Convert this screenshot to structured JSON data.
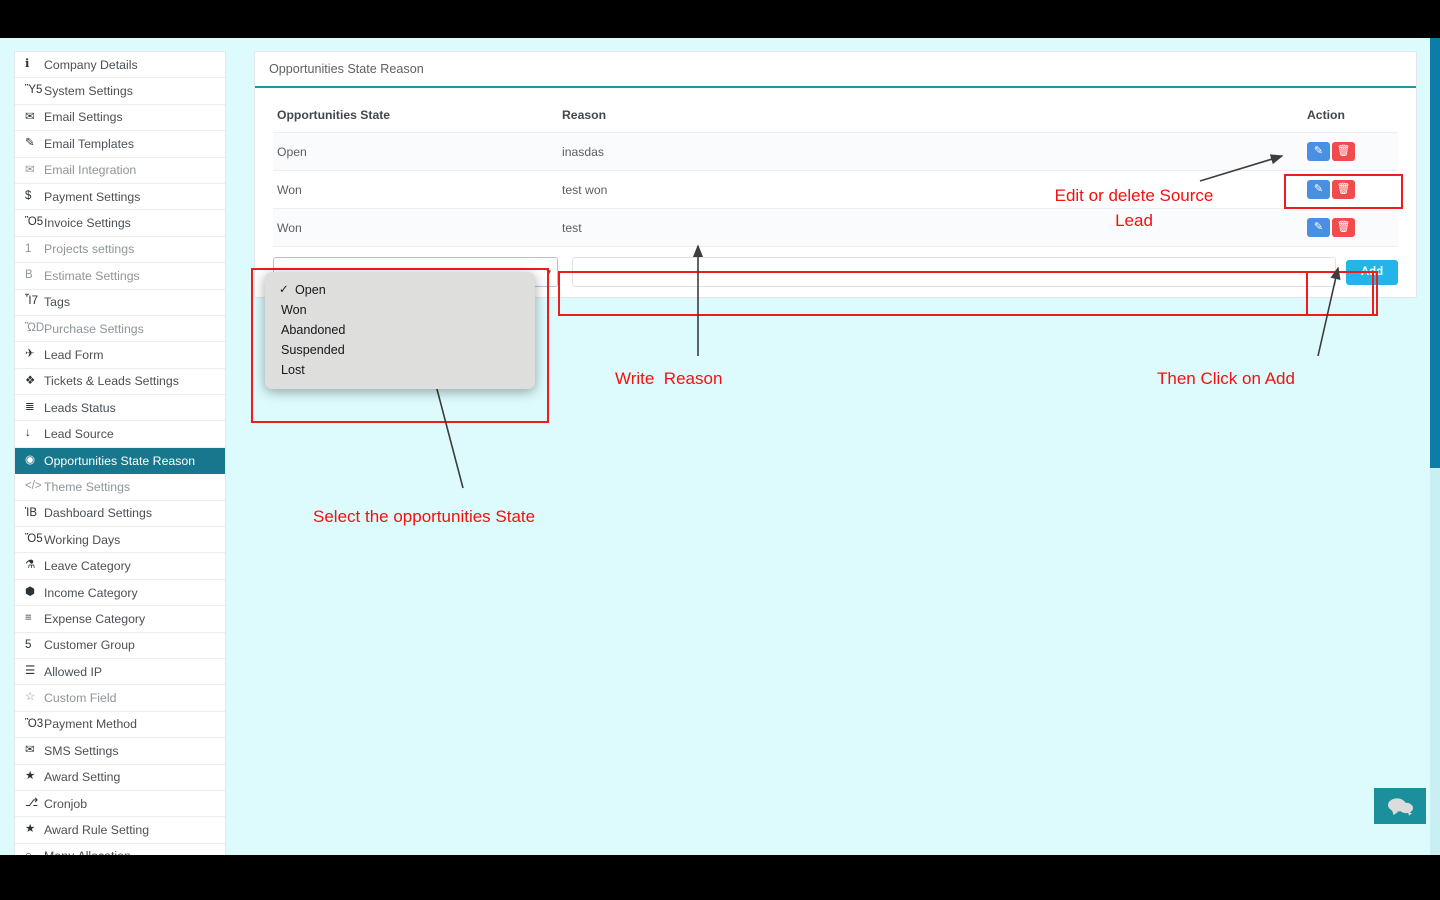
{
  "colors": {
    "page_background": "#ddfbfd",
    "sidebar_active": "#17788d",
    "card_header_border": "#1d9aa8",
    "edit_button": "#4a90e2",
    "delete_button": "#f04c4c",
    "add_button": "#23b5e8",
    "annotation_red": "#f50f0f",
    "chat_widget": "#1b8f9c",
    "scrollbar_thumb": "#0b7da8"
  },
  "sidebar": {
    "items": [
      {
        "label": "Company Details",
        "icon": "info-circle-icon",
        "glyph": "ℹ",
        "active": false
      },
      {
        "label": "System Settings",
        "icon": "monitor-icon",
        "glyph": "Ὓ5",
        "active": false
      },
      {
        "label": "Email Settings",
        "icon": "envelope-solid-icon",
        "glyph": "✉",
        "active": false
      },
      {
        "label": "Email Templates",
        "icon": "edit-square-icon",
        "glyph": "✎",
        "active": false
      },
      {
        "label": "Email Integration",
        "icon": "envelope-open-icon",
        "glyph": "✉",
        "active": false,
        "dim": true
      },
      {
        "label": "Payment Settings",
        "icon": "dollar-icon",
        "glyph": "$",
        "active": false
      },
      {
        "label": "Invoice Settings",
        "icon": "invoice-icon",
        "glyph": "Ὃ5",
        "active": false
      },
      {
        "label": "Projects settings",
        "icon": "folder-open-icon",
        "glyph": "὜1",
        "active": false,
        "dim": true
      },
      {
        "label": "Estimate Settings",
        "icon": "file-icon",
        "glyph": "὜B",
        "active": false,
        "dim": true
      },
      {
        "label": "Tags",
        "icon": "tag-icon",
        "glyph": "Ἷ7",
        "active": false
      },
      {
        "label": "Purchase Settings",
        "icon": "bag-icon",
        "glyph": "ὬD",
        "active": false,
        "dim": true
      },
      {
        "label": "Lead Form",
        "icon": "rocket-icon",
        "glyph": "✈",
        "active": false
      },
      {
        "label": "Tickets & Leads Settings",
        "icon": "ticket-icon",
        "glyph": "❖",
        "active": false
      },
      {
        "label": "Leads Status",
        "icon": "list-icon",
        "glyph": "≣",
        "active": false
      },
      {
        "label": "Lead Source",
        "icon": "arrow-down-icon",
        "glyph": "↓",
        "active": false
      },
      {
        "label": "Opportunities State Reason",
        "icon": "target-circle-icon",
        "glyph": "◉",
        "active": true
      },
      {
        "label": "Theme Settings",
        "icon": "code-icon",
        "glyph": "</>",
        "active": false,
        "dim": true
      },
      {
        "label": "Dashboard Settings",
        "icon": "dashboard-icon",
        "glyph": "ἹB",
        "active": false
      },
      {
        "label": "Working Days",
        "icon": "calendar-icon",
        "glyph": "Ὄ5",
        "active": false
      },
      {
        "label": "Leave Category",
        "icon": "leave-icon",
        "glyph": "⚗",
        "active": false
      },
      {
        "label": "Income Category",
        "icon": "coin-icon",
        "glyph": "⬢",
        "active": false
      },
      {
        "label": "Expense Category",
        "icon": "stack-icon",
        "glyph": "≡",
        "active": false
      },
      {
        "label": "Customer Group",
        "icon": "users-icon",
        "glyph": "὆5",
        "active": false
      },
      {
        "label": "Allowed IP",
        "icon": "bars-icon",
        "glyph": "☰",
        "active": false
      },
      {
        "label": "Custom Field",
        "icon": "star-outline-icon",
        "glyph": "☆",
        "active": false,
        "dim": true
      },
      {
        "label": "Payment Method",
        "icon": "card-icon",
        "glyph": "Ὃ3",
        "active": false
      },
      {
        "label": "SMS Settings",
        "icon": "envelope-solid-icon",
        "glyph": "✉",
        "active": false
      },
      {
        "label": "Award Setting",
        "icon": "star-solid-icon",
        "glyph": "★",
        "active": false
      },
      {
        "label": "Cronjob",
        "icon": "cronjob-icon",
        "glyph": "⎇",
        "active": false
      },
      {
        "label": "Award Rule Setting",
        "icon": "star-solid-icon",
        "glyph": "★",
        "active": false
      },
      {
        "label": "Menu Allocation",
        "icon": "circle-icon",
        "glyph": "○",
        "active": false
      }
    ]
  },
  "card": {
    "title": "Opportunities State Reason"
  },
  "table": {
    "headers": [
      "Opportunities State",
      "Reason",
      "Action"
    ],
    "rows": [
      {
        "state": "Open",
        "reason": "inasdas",
        "edit_icon": "pencil-square-icon",
        "delete_icon": "trash-icon"
      },
      {
        "state": "Won",
        "reason": "test won",
        "edit_icon": "pencil-square-icon",
        "delete_icon": "trash-icon"
      },
      {
        "state": "Won",
        "reason": "test",
        "edit_icon": "pencil-square-icon",
        "delete_icon": "trash-icon"
      }
    ]
  },
  "form": {
    "state_select_value": "",
    "reason_placeholder": "",
    "reason_value": "",
    "add_label": "Add"
  },
  "dropdown": {
    "open": true,
    "selected": "Open",
    "options": [
      "Open",
      "Won",
      "Abandoned",
      "Suspended",
      "Lost"
    ],
    "check_glyph": "✓"
  },
  "annotations": {
    "edit_delete": "Edit or delete Source\nLead",
    "write_reason": "Write  Reason",
    "click_add": "Then Click on Add",
    "select_state": "Select the opportunities State"
  },
  "chat": {
    "icon": "chat-bubbles-icon"
  }
}
